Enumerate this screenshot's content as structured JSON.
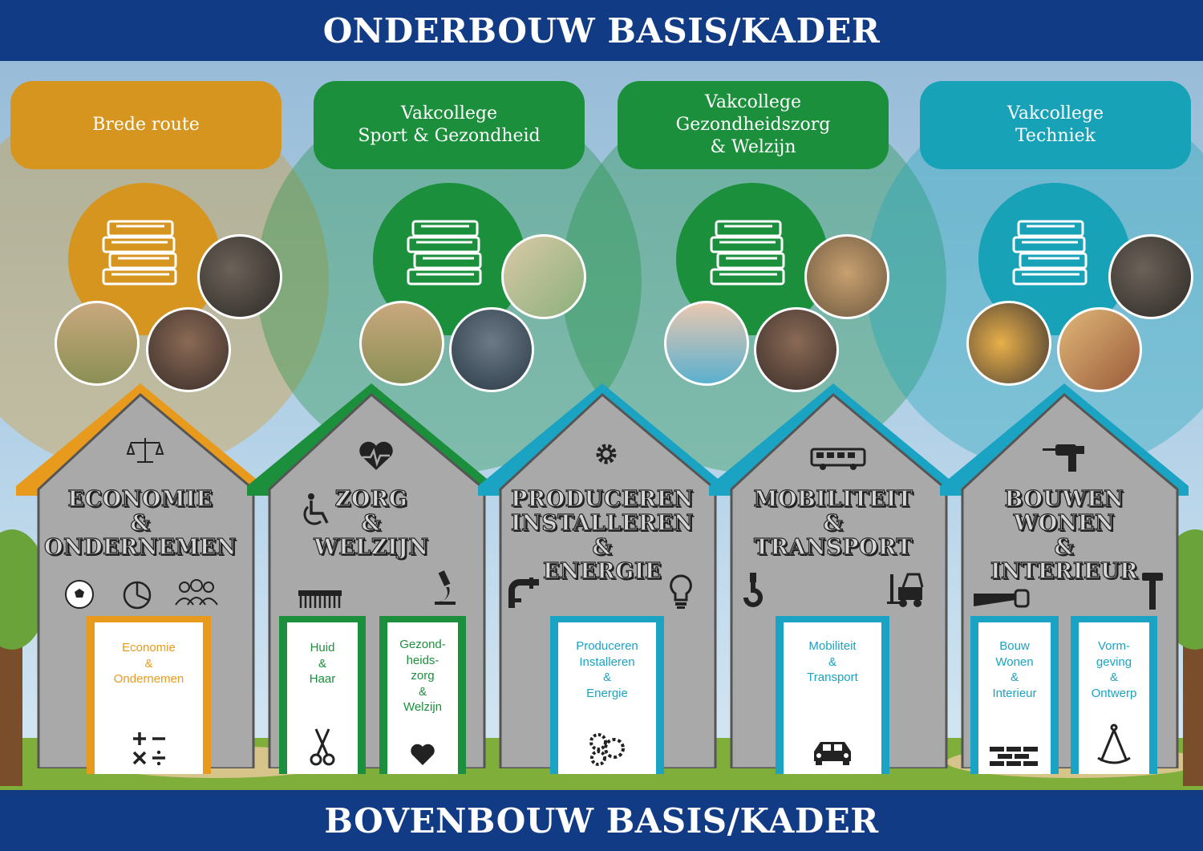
{
  "header": {
    "title": "ONDERBOUW BASIS/KADER"
  },
  "footer": {
    "title": "BOVENBOUW BASIS/KADER"
  },
  "colors": {
    "navy": "#123b86",
    "orange": "#d6951f",
    "green": "#1b8f3b",
    "teal": "#17a2b8",
    "wall": "#a9a9a9"
  },
  "routes": [
    {
      "label": "Brede route",
      "color": "#d6951f"
    },
    {
      "label": "Vakcollege\nSport & Gezondheid",
      "color": "#1b8f3b"
    },
    {
      "label": "Vakcollege\nGezondheidszorg\n& Welzijn",
      "color": "#1b8f3b"
    },
    {
      "label": "Vakcollege\nTechniek",
      "color": "#17a2b8"
    }
  ],
  "houses": [
    {
      "title": "ECONOMIE\n&\nONDERNEMEN",
      "roof_color": "#e89a1c",
      "icons": [
        "scale-icon",
        "football-icon",
        "pie-chart-icon",
        "people-icon"
      ],
      "doors": [
        {
          "label": "Economie\n&\nOndernemen",
          "color": "#e89a1c",
          "icon": "calculator-symbols-icon"
        }
      ]
    },
    {
      "title": "ZORG\n&\nWELZIJN",
      "roof_color": "#1b8f3b",
      "icons": [
        "heartbeat-icon",
        "wheelchair-icon",
        "comb-icon",
        "microscope-icon"
      ],
      "doors": [
        {
          "label": "Huid\n&\nHaar",
          "color": "#1b8f3b",
          "icon": "scissors-icon"
        },
        {
          "label": "Gezond-\nheids-\nzorg\n&\nWelzijn",
          "color": "#1b8f3b",
          "icon": "heart-icon"
        }
      ]
    },
    {
      "title": "PRODUCEREN\nINSTALLEREN\n&\nENERGIE",
      "roof_color": "#1aa3c2",
      "icons": [
        "gear-icon",
        "pipe-icon",
        "lightbulb-icon"
      ],
      "doors": [
        {
          "label": "Produceren\nInstalleren\n&\nEnergie",
          "color": "#1aa3c2",
          "icon": "gears-icon"
        }
      ]
    },
    {
      "title": "MOBILITEIT\n&\nTRANSPORT",
      "roof_color": "#1aa3c2",
      "icons": [
        "bus-icon",
        "hook-icon",
        "forklift-icon"
      ],
      "doors": [
        {
          "label": "Mobiliteit\n&\nTransport",
          "color": "#1aa3c2",
          "icon": "car-icon"
        }
      ]
    },
    {
      "title": "BOUWEN\nWONEN\n&\nINTERIEUR",
      "roof_color": "#1aa3c2",
      "icons": [
        "drill-icon",
        "saw-icon",
        "hammer-icon"
      ],
      "doors": [
        {
          "label": "Bouw\nWonen\n&\nInterieur",
          "color": "#1aa3c2",
          "icon": "bricks-icon"
        },
        {
          "label": "Vorm-\ngeving\n&\nOntwerp",
          "color": "#1aa3c2",
          "icon": "compass-icon"
        }
      ]
    }
  ]
}
